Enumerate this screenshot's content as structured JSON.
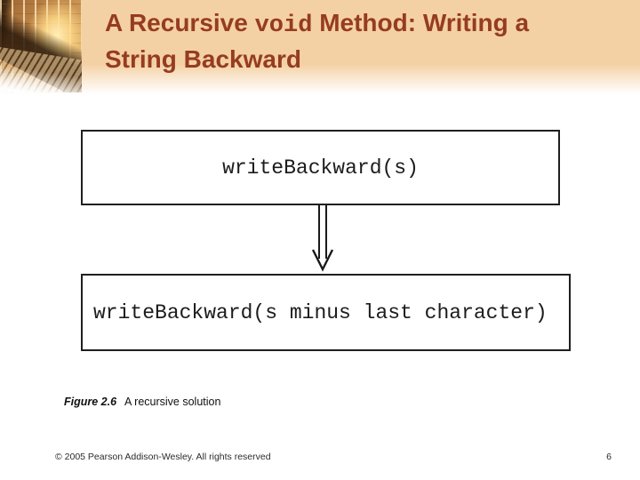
{
  "slide": {
    "title": {
      "line1_pre": "A Recursive ",
      "line1_code": "void",
      "line1_post": " Method: Writing a",
      "line2": "String Backward"
    }
  },
  "diagram": {
    "top_box": "writeBackward(s)",
    "bottom_box": "writeBackward(s minus last character)",
    "arrow_icon": "open-double-line-down-arrow"
  },
  "caption": {
    "label": "Figure 2.6",
    "text": "A recursive solution"
  },
  "footer": {
    "copyright": "© 2005 Pearson Addison-Wesley. All rights reserved",
    "page_number": "6"
  },
  "colors": {
    "banner_background": "#f4d1a5",
    "title_text": "#963c20",
    "box_border": "#1f1f1f",
    "box_text": "#1c1c1c"
  }
}
